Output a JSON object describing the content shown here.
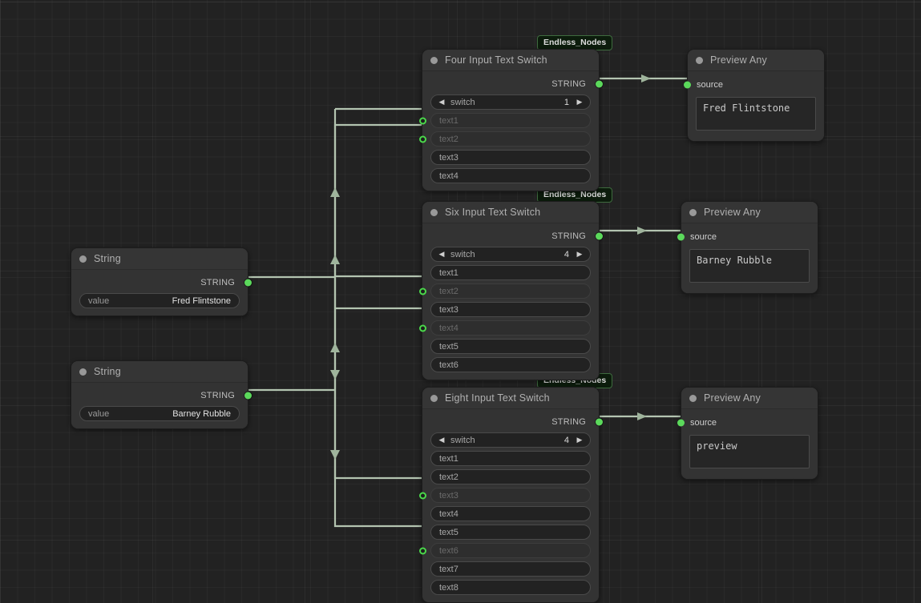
{
  "canvas": {
    "background_color": "#222222",
    "wire_color": "#b3c4b0",
    "slot_color": "#5bd95b",
    "badge_color": "#0c1c0c",
    "badge_text_color": "#dcdcdc"
  },
  "badges": [
    {
      "label": "Endless_Nodes"
    },
    {
      "label": "Endless_Nodes"
    },
    {
      "label": "Endless_Nodes"
    }
  ],
  "nodes": [
    {
      "id": "string-1",
      "title": "String",
      "output_label": "STRING",
      "widget_name": "value",
      "widget_value": "Fred Flintstone"
    },
    {
      "id": "string-2",
      "title": "String",
      "output_label": "STRING",
      "widget_name": "value",
      "widget_value": "Barney Rubble"
    },
    {
      "id": "four-input-text-switch",
      "title": "Four Input Text Switch",
      "output_label": "STRING",
      "switch_label": "switch",
      "switch_value": "1",
      "left_arrow": "◀",
      "right_arrow": "▶",
      "inputs": [
        {
          "label": "text1",
          "connected": true
        },
        {
          "label": "text2",
          "connected": true
        },
        {
          "label": "text3",
          "connected": false
        },
        {
          "label": "text4",
          "connected": false
        }
      ]
    },
    {
      "id": "six-input-text-switch",
      "title": "Six Input Text Switch",
      "output_label": "STRING",
      "switch_label": "switch",
      "switch_value": "4",
      "left_arrow": "◀",
      "right_arrow": "▶",
      "inputs": [
        {
          "label": "text1",
          "connected": false
        },
        {
          "label": "text2",
          "connected": true
        },
        {
          "label": "text3",
          "connected": false
        },
        {
          "label": "text4",
          "connected": true
        },
        {
          "label": "text5",
          "connected": false
        },
        {
          "label": "text6",
          "connected": false
        }
      ]
    },
    {
      "id": "eight-input-text-switch",
      "title": "Eight Input Text Switch",
      "output_label": "STRING",
      "switch_label": "switch",
      "switch_value": "4",
      "left_arrow": "◀",
      "right_arrow": "▶",
      "inputs": [
        {
          "label": "text1",
          "connected": false
        },
        {
          "label": "text2",
          "connected": false
        },
        {
          "label": "text3",
          "connected": true
        },
        {
          "label": "text4",
          "connected": false
        },
        {
          "label": "text5",
          "connected": false
        },
        {
          "label": "text6",
          "connected": true
        },
        {
          "label": "text7",
          "connected": false
        },
        {
          "label": "text8",
          "connected": false
        }
      ]
    },
    {
      "id": "preview-any-1",
      "title": "Preview Any",
      "input_label": "source",
      "preview_text": "Fred Flintstone"
    },
    {
      "id": "preview-any-2",
      "title": "Preview Any",
      "input_label": "source",
      "preview_text": "Barney Rubble"
    },
    {
      "id": "preview-any-3",
      "title": "Preview Any",
      "input_label": "source",
      "preview_text": "preview"
    }
  ]
}
